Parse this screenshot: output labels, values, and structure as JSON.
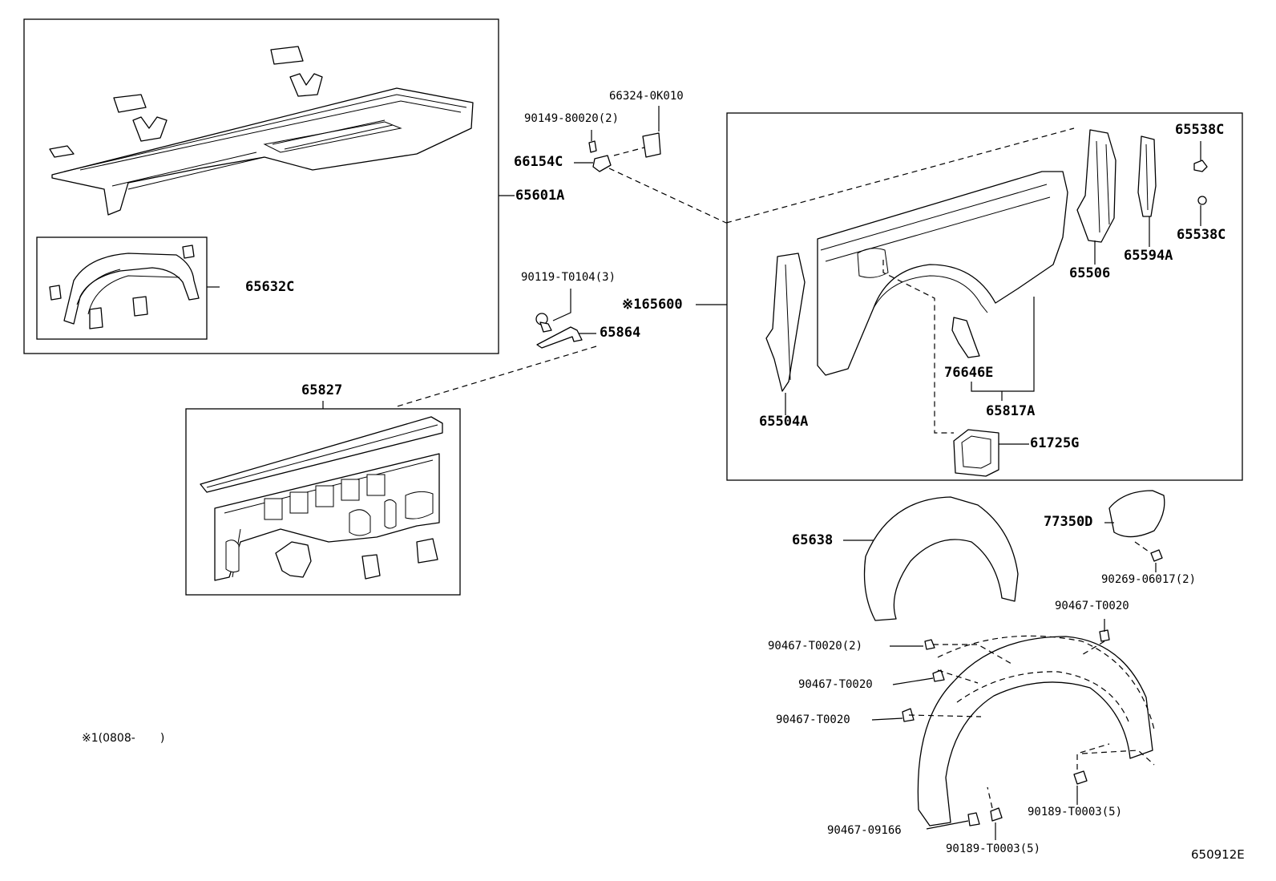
{
  "figure_code": "650912E",
  "footnote": "※1(0808-       )",
  "callouts": {
    "p65601A": "65601A",
    "p65632C": "65632C",
    "p90149": "90149-80020(2)",
    "p66324": "66324-0K010",
    "p66154C": "66154C",
    "p90119": "90119-T0104(3)",
    "p65864": "65864",
    "p65827": "65827",
    "p65600": "※165600",
    "p65504A": "65504A",
    "p76646E": "76646E",
    "p65817A": "65817A",
    "p61725G": "61725G",
    "p65506": "65506",
    "p65594A": "65594A",
    "p65538C_top": "65538C",
    "p65538C_bottom": "65538C",
    "p65638": "65638",
    "p77350D": "77350D",
    "p90269": "90269-06017(2)",
    "p90467_right": "90467-T0020",
    "p90467_2": "90467-T0020(2)",
    "p90467_mid1": "90467-T0020",
    "p90467_mid2": "90467-T0020",
    "p90189_right": "90189-T0003(5)",
    "p90467_09166": "90467-09166",
    "p90189_bottom": "90189-T0003(5)"
  }
}
